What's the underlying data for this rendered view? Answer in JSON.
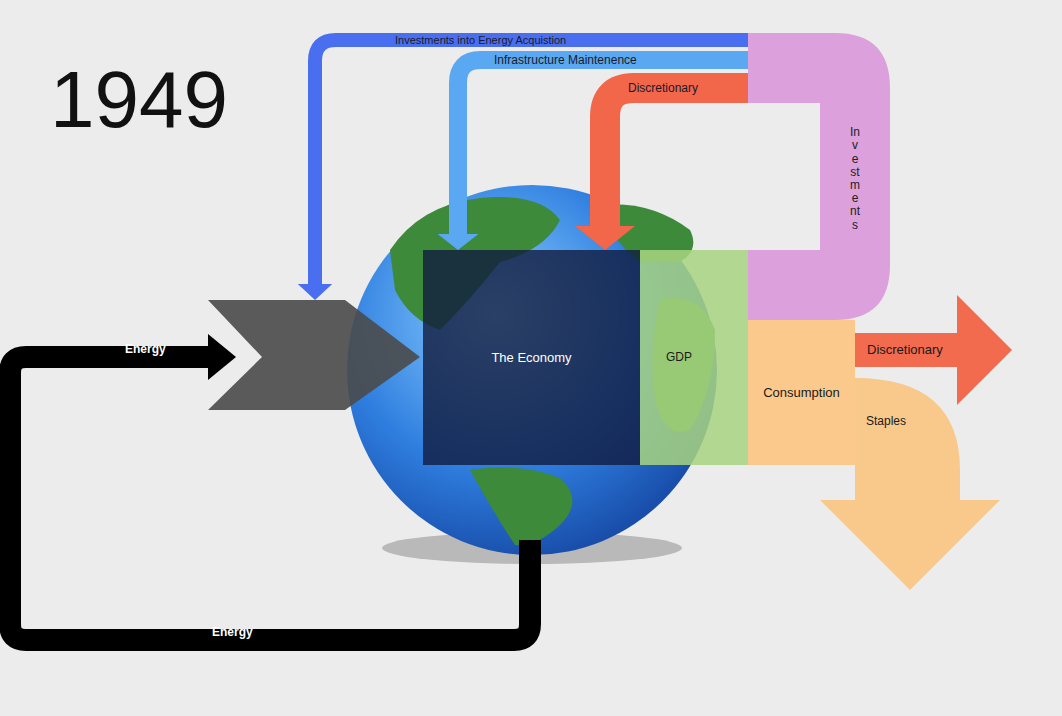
{
  "diagram": {
    "title": "1949",
    "nodes": [
      {
        "text": [
          "The Economy"
        ]
      },
      {
        "text": [
          "GDP"
        ]
      },
      {
        "text": [
          "Investments"
        ]
      },
      {
        "text": [
          "Consumption"
        ]
      },
      {
        "text": [
          "Discretionary"
        ]
      },
      {
        "text": [
          "Staples"
        ]
      }
    ],
    "edges": [
      {
        "from": 2,
        "to": 0,
        "arrow": "to",
        "label": "Investments into Energy Acquistion"
      },
      {
        "from": 2,
        "to": 0,
        "arrow": "to",
        "label": "Infrastructure Maintenence"
      },
      {
        "from": 2,
        "to": 0,
        "arrow": "to",
        "label": "Discretionary"
      }
    ],
    "labels": [
      "Energy",
      "Energy"
    ]
  }
}
